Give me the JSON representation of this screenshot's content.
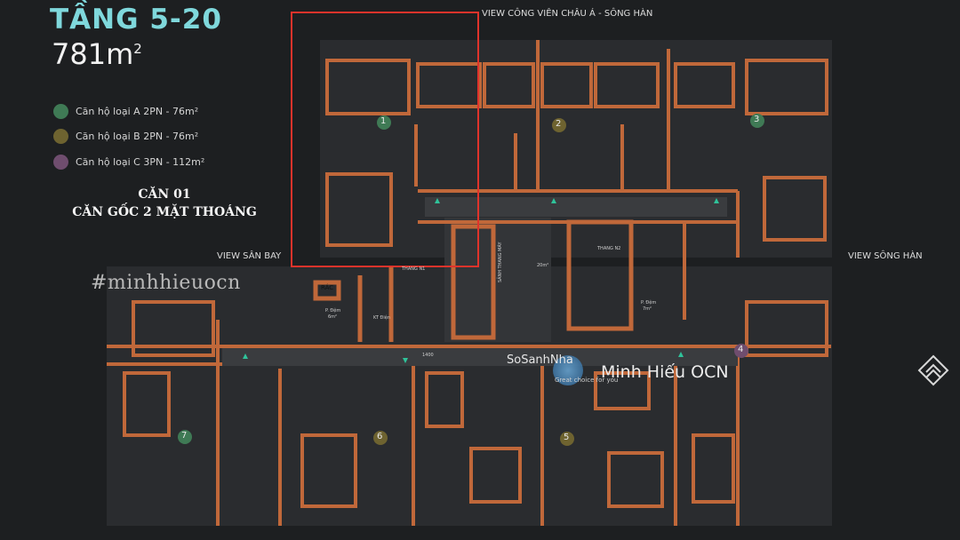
{
  "header": {
    "title": "TẦNG 5-20",
    "area_value": "781m",
    "area_unit_sup": "2"
  },
  "legend": [
    {
      "label": "Căn hộ loại A 2PN - 76m²",
      "color": "#3f7a55"
    },
    {
      "label": "Căn hộ loại B 2PN - 76m²",
      "color": "#6e6330"
    },
    {
      "label": "Căn hộ loại C 3PN - 112m²",
      "color": "#6f4d6e"
    }
  ],
  "annotation": {
    "line1": "CĂN 01",
    "line2": "CĂN GỐC 2 MẶT THOÁNG"
  },
  "views": {
    "top": "VIEW CÔNG VIÊN CHÂU Á - SÔNG HÀN",
    "left": "VIEW SÂN BAY",
    "right": "VIEW SÔNG HÀN"
  },
  "unit_numbers": [
    "1",
    "2",
    "3",
    "4",
    "5",
    "6",
    "7"
  ],
  "rooms": {
    "rac": "RÁC",
    "p_dem_left": "P. Đệm",
    "p_dem_left_area": "6m²",
    "kt_dien": "KT Điện",
    "thang_n1": "THANG N1",
    "sanh": "SẢNH THANG MÁY",
    "sanh_area": "20m²",
    "thang_n2": "THANG N2",
    "p_dem_right": "P. Đệm",
    "p_dem_right_area": "7m²",
    "corridor_dim": "1400"
  },
  "watermark": {
    "brand": "SoSanhNha",
    "tagline": "Great choice for you",
    "agent": "Minh Hiếu OCN",
    "hashtag": "#minhhieuocn"
  },
  "colors": {
    "background": "#1d1f21",
    "wall": "#c0683a",
    "floor": "#2c2e31",
    "highlight": "#e0332b",
    "accent_teal": "#7fd8dc",
    "marker": "#2fc39a"
  }
}
